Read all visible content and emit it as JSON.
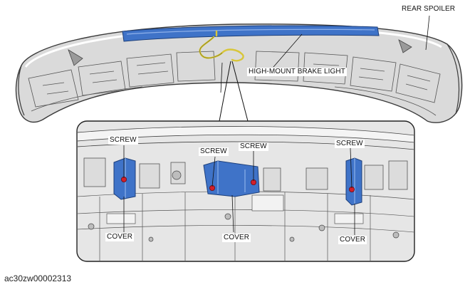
{
  "labels": {
    "rear_spoiler": "REAR SPOILER",
    "high_mount_brake_light": "HIGH-MOUNT BRAKE LIGHT",
    "screw_1": "SCREW",
    "screw_2": "SCREW",
    "screw_3": "SCREW",
    "screw_4": "SCREW",
    "cover_1": "COVER",
    "cover_2": "COVER",
    "cover_3": "COVER"
  },
  "reference_code": "ac30zw00002313",
  "colors": {
    "part_highlight": "#3f73c8",
    "screw_marker": "#d21f2b",
    "harness": "#d8c63a",
    "panel_gray": "#d9d9d9",
    "line_dark": "#333333"
  }
}
